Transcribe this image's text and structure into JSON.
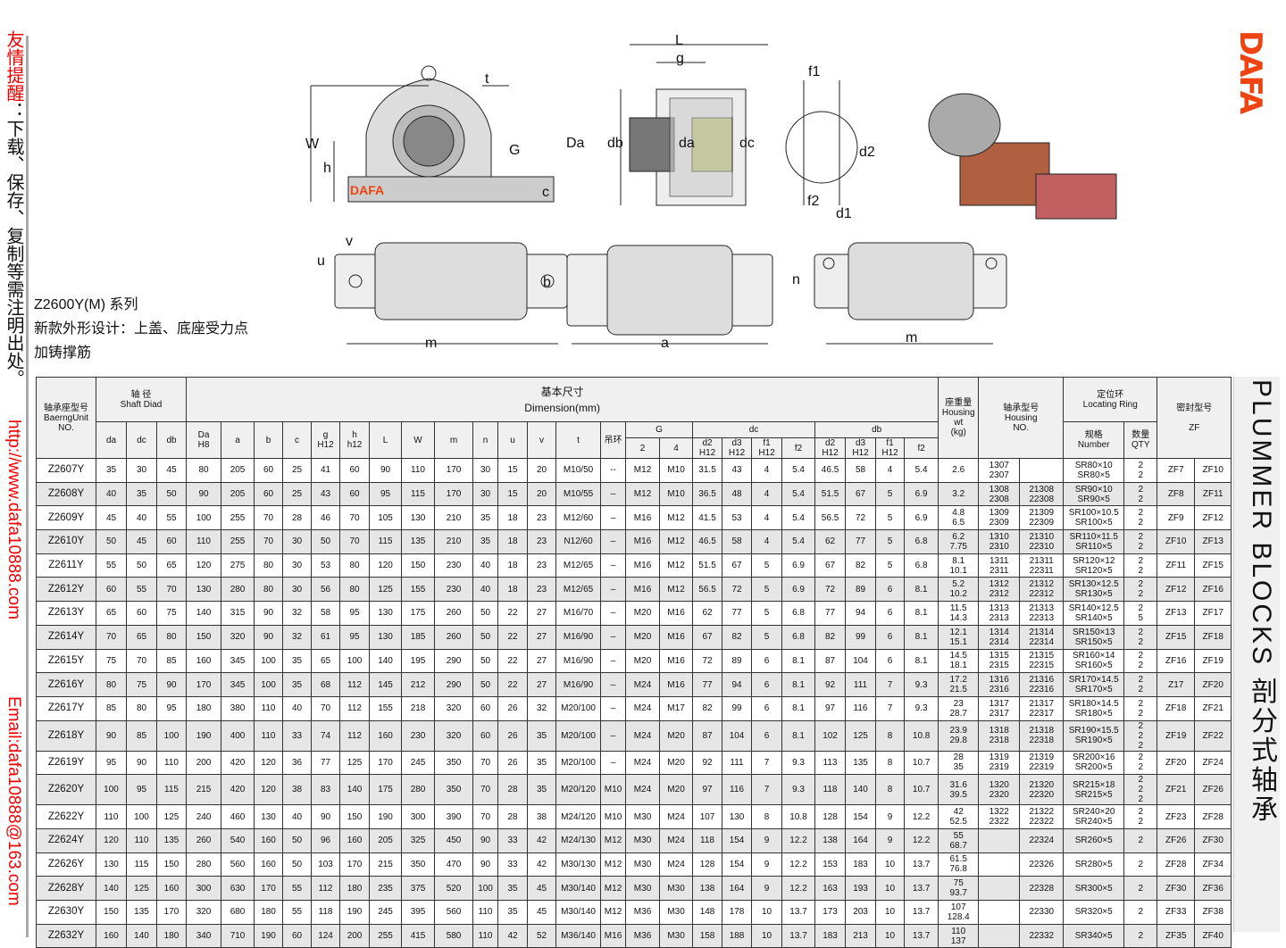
{
  "notice": {
    "red": "友情提醒",
    "rest": "：下载、保存、复制等需注明出处。"
  },
  "url": "http://www.dafa10888.com",
  "email": "Email:dafa10888@163.com",
  "logo": "DAFA",
  "side_title": "PLUMMER BLOCKS 剖分式轴承",
  "series": {
    "title": "Z2600Y(M) 系列",
    "line1": "新款外形设计：上盖、底座受力点",
    "line2": "加铸撑筋"
  },
  "drawing_labels": {
    "W": "W",
    "h": "h",
    "t": "t",
    "G": "G",
    "c": "c",
    "logo": "DAFA",
    "L": "L",
    "g": "g",
    "Da": "Da",
    "db": "db",
    "da": "da",
    "dc": "dc",
    "f1": "f1",
    "d2": "d2",
    "f2": "f2",
    "d1": "d1",
    "v": "v",
    "u": "u",
    "b": "b",
    "m1": "m",
    "a": "a",
    "n": "n",
    "m2": "m"
  },
  "header": {
    "unit_no": "轴承座型号\nBaerngUnit\nNO.",
    "shaft": "轴  径\nShaft Diad",
    "dimension": "基本尺寸\nDimension(mm)",
    "weight": "座重量\nHousing\nwt\n(kg)",
    "housing_no": "轴承型号\nHousing\nNO.",
    "locating_ring": "定位环\nLocating Ring",
    "seal": "密封型号\n\nZF",
    "number": "规格\nNumber",
    "qty": "数量\nQTY",
    "lift_ring": "吊环",
    "G": "G",
    "dc": "dc",
    "db": "db",
    "cols": [
      "da",
      "dc",
      "db",
      "Da\nH8",
      "a",
      "b",
      "c",
      "g\nH12",
      "h\nh12",
      "L",
      "W",
      "m",
      "n",
      "u",
      "v",
      "t"
    ],
    "G_cols": [
      "2",
      "4"
    ],
    "dc_cols": [
      "d2\nH12",
      "d3\nH12",
      "f1\nH12",
      "f2"
    ],
    "db_cols": [
      "d2\nH12",
      "d3\nH12",
      "f1\nH12",
      "f2"
    ]
  },
  "rows": [
    [
      "Z2607Y",
      "35",
      "30",
      "45",
      "80",
      "205",
      "60",
      "25",
      "41",
      "60",
      "90",
      "110",
      "170",
      "30",
      "15",
      "20",
      "M10/50",
      "--",
      "M12",
      "M10",
      "31.5",
      "43",
      "4",
      "5.4",
      "46.5",
      "58",
      "4",
      "5.4",
      "2.6",
      "1307\n2307",
      "",
      "SR80×10\nSR80×5",
      "2\n2",
      "ZF7",
      "ZF10"
    ],
    [
      "Z2608Y",
      "40",
      "35",
      "50",
      "90",
      "205",
      "60",
      "25",
      "43",
      "60",
      "95",
      "115",
      "170",
      "30",
      "15",
      "20",
      "M10/55",
      "–",
      "M12",
      "M10",
      "36.5",
      "48",
      "4",
      "5.4",
      "51.5",
      "67",
      "5",
      "6.9",
      "3.2",
      "1308\n2308",
      "21308\n22308",
      "SR90×10\nSR90×5",
      "2\n2",
      "ZF8",
      "ZF11"
    ],
    [
      "Z2609Y",
      "45",
      "40",
      "55",
      "100",
      "255",
      "70",
      "28",
      "46",
      "70",
      "105",
      "130",
      "210",
      "35",
      "18",
      "23",
      "M12/60",
      "–",
      "M16",
      "M12",
      "41.5",
      "53",
      "4",
      "5.4",
      "56.5",
      "72",
      "5",
      "6.9",
      "4.8\n6.5",
      "1309\n2309",
      "21309\n22309",
      "SR100×10.5\nSR100×5",
      "2\n2",
      "ZF9",
      "ZF12"
    ],
    [
      "Z2610Y",
      "50",
      "45",
      "60",
      "110",
      "255",
      "70",
      "30",
      "50",
      "70",
      "115",
      "135",
      "210",
      "35",
      "18",
      "23",
      "N12/60",
      "–",
      "M16",
      "M12",
      "46.5",
      "58",
      "4",
      "5.4",
      "62",
      "77",
      "5",
      "6.8",
      "6.2\n7.75",
      "1310\n2310",
      "21310\n22310",
      "SR110×11.5\nSR110×5",
      "2\n2",
      "ZF10",
      "ZF13"
    ],
    [
      "Z2611Y",
      "55",
      "50",
      "65",
      "120",
      "275",
      "80",
      "30",
      "53",
      "80",
      "120",
      "150",
      "230",
      "40",
      "18",
      "23",
      "M12/65",
      "–",
      "M16",
      "M12",
      "51.5",
      "67",
      "5",
      "6.9",
      "67",
      "82",
      "5",
      "6.8",
      "8.1\n10.1",
      "1311\n2311",
      "21311\n22311",
      "SR120×12\nSR120×5",
      "2\n2",
      "ZF11",
      "ZF15"
    ],
    [
      "Z2612Y",
      "60",
      "55",
      "70",
      "130",
      "280",
      "80",
      "30",
      "56",
      "80",
      "125",
      "155",
      "230",
      "40",
      "18",
      "23",
      "M12/65",
      "–",
      "M16",
      "M12",
      "56.5",
      "72",
      "5",
      "6.9",
      "72",
      "89",
      "6",
      "8.1",
      "5.2\n10.2",
      "1312\n2312",
      "21312\n22312",
      "SR130×12.5\nSR130×5",
      "2\n2",
      "ZF12",
      "ZF16"
    ],
    [
      "Z2613Y",
      "65",
      "60",
      "75",
      "140",
      "315",
      "90",
      "32",
      "58",
      "95",
      "130",
      "175",
      "260",
      "50",
      "22",
      "27",
      "M16/70",
      "–",
      "M20",
      "M16",
      "62",
      "77",
      "5",
      "6.8",
      "77",
      "94",
      "6",
      "8.1",
      "11.5\n14.3",
      "1313\n2313",
      "21313\n22313",
      "SR140×12.5\nSR140×5",
      "2\n5",
      "ZF13",
      "ZF17"
    ],
    [
      "Z2614Y",
      "70",
      "65",
      "80",
      "150",
      "320",
      "90",
      "32",
      "61",
      "95",
      "130",
      "185",
      "260",
      "50",
      "22",
      "27",
      "M16/90",
      "–",
      "M20",
      "M16",
      "67",
      "82",
      "5",
      "6.8",
      "82",
      "99",
      "6",
      "8.1",
      "12.1\n15.1",
      "1314\n2314",
      "21314\n22314",
      "SR150×13\nSR150×5",
      "2\n2",
      "ZF15",
      "ZF18"
    ],
    [
      "Z2615Y",
      "75",
      "70",
      "85",
      "160",
      "345",
      "100",
      "35",
      "65",
      "100",
      "140",
      "195",
      "290",
      "50",
      "22",
      "27",
      "M16/90",
      "–",
      "M20",
      "M16",
      "72",
      "89",
      "6",
      "8.1",
      "87",
      "104",
      "6",
      "8.1",
      "14.5\n18.1",
      "1315\n2315",
      "21315\n22315",
      "SR160×14\nSR160×5",
      "2\n2",
      "ZF16",
      "ZF19"
    ],
    [
      "Z2616Y",
      "80",
      "75",
      "90",
      "170",
      "345",
      "100",
      "35",
      "68",
      "112",
      "145",
      "212",
      "290",
      "50",
      "22",
      "27",
      "M16/90",
      "–",
      "M24",
      "M16",
      "77",
      "94",
      "6",
      "8.1",
      "92",
      "111",
      "7",
      "9.3",
      "17.2\n21.5",
      "1316\n2316",
      "21316\n22316",
      "SR170×14.5\nSR170×5",
      "2\n2",
      "Z17",
      "ZF20"
    ],
    [
      "Z2617Y",
      "85",
      "80",
      "95",
      "180",
      "380",
      "110",
      "40",
      "70",
      "112",
      "155",
      "218",
      "320",
      "60",
      "26",
      "32",
      "M20/100",
      "–",
      "M24",
      "M17",
      "82",
      "99",
      "6",
      "8.1",
      "97",
      "116",
      "7",
      "9.3",
      "23\n28.7",
      "1317\n2317",
      "21317\n22317",
      "SR180×14.5\nSR180×5",
      "2\n2",
      "ZF18",
      "ZF21"
    ],
    [
      "Z2618Y",
      "90",
      "85",
      "100",
      "190",
      "400",
      "110",
      "33",
      "74",
      "112",
      "160",
      "230",
      "320",
      "60",
      "26",
      "35",
      "M20/100",
      "–",
      "M24",
      "M20",
      "87",
      "104",
      "6",
      "8.1",
      "102",
      "125",
      "8",
      "10.8",
      "23.9\n29.8",
      "1318\n2318",
      "21318\n22318",
      "SR190×15.5\nSR190×5",
      "2\n2\n2",
      "ZF19",
      "ZF22"
    ],
    [
      "Z2619Y",
      "95",
      "90",
      "110",
      "200",
      "420",
      "120",
      "36",
      "77",
      "125",
      "170",
      "245",
      "350",
      "70",
      "26",
      "35",
      "M20/100",
      "–",
      "M24",
      "M20",
      "92",
      "111",
      "7",
      "9.3",
      "113",
      "135",
      "8",
      "10.7",
      "28\n35",
      "1319\n2319",
      "21319\n22319",
      "SR200×16\nSR200×5",
      "2\n2",
      "ZF20",
      "ZF24"
    ],
    [
      "Z2620Y",
      "100",
      "95",
      "115",
      "215",
      "420",
      "120",
      "38",
      "83",
      "140",
      "175",
      "280",
      "350",
      "70",
      "28",
      "35",
      "M20/120",
      "M10",
      "M24",
      "M20",
      "97",
      "116",
      "7",
      "9.3",
      "118",
      "140",
      "8",
      "10.7",
      "31.6\n39.5",
      "1320\n2320",
      "21320\n22320",
      "SR215×18\nSR215×5",
      "2\n2\n2",
      "ZF21",
      "ZF26"
    ],
    [
      "Z2622Y",
      "110",
      "100",
      "125",
      "240",
      "460",
      "130",
      "40",
      "90",
      "150",
      "190",
      "300",
      "390",
      "70",
      "28",
      "38",
      "M24/120",
      "M10",
      "M30",
      "M24",
      "107",
      "130",
      "8",
      "10.8",
      "128",
      "154",
      "9",
      "12.2",
      "42\n52.5",
      "1322\n2322",
      "21322\n22322",
      "SR240×20\nSR240×5",
      "2\n2",
      "ZF23",
      "ZF28"
    ],
    [
      "Z2624Y",
      "120",
      "110",
      "135",
      "260",
      "540",
      "160",
      "50",
      "96",
      "160",
      "205",
      "325",
      "450",
      "90",
      "33",
      "42",
      "M24/130",
      "M12",
      "M30",
      "M24",
      "118",
      "154",
      "9",
      "12.2",
      "138",
      "164",
      "9",
      "12.2",
      "55\n68.7",
      "",
      "22324",
      "SR260×5",
      "2",
      "ZF26",
      "ZF30"
    ],
    [
      "Z2626Y",
      "130",
      "115",
      "150",
      "280",
      "560",
      "160",
      "50",
      "103",
      "170",
      "215",
      "350",
      "470",
      "90",
      "33",
      "42",
      "M30/130",
      "M12",
      "M30",
      "M24",
      "128",
      "154",
      "9",
      "12.2",
      "153",
      "183",
      "10",
      "13.7",
      "61.5\n76.8",
      "",
      "22326",
      "SR280×5",
      "2",
      "ZF28",
      "ZF34"
    ],
    [
      "Z2628Y",
      "140",
      "125",
      "160",
      "300",
      "630",
      "170",
      "55",
      "112",
      "180",
      "235",
      "375",
      "520",
      "100",
      "35",
      "45",
      "M30/140",
      "M12",
      "M30",
      "M30",
      "138",
      "164",
      "9",
      "12.2",
      "163",
      "193",
      "10",
      "13.7",
      "75\n93.7",
      "",
      "22328",
      "SR300×5",
      "2",
      "ZF30",
      "ZF36"
    ],
    [
      "Z2630Y",
      "150",
      "135",
      "170",
      "320",
      "680",
      "180",
      "55",
      "118",
      "190",
      "245",
      "395",
      "560",
      "110",
      "35",
      "45",
      "M30/140",
      "M12",
      "M36",
      "M30",
      "148",
      "178",
      "10",
      "13.7",
      "173",
      "203",
      "10",
      "13.7",
      "107\n128.4",
      "",
      "22330",
      "SR320×5",
      "2",
      "ZF33",
      "ZF38"
    ],
    [
      "Z2632Y",
      "160",
      "140",
      "180",
      "340",
      "710",
      "190",
      "60",
      "124",
      "200",
      "255",
      "415",
      "580",
      "110",
      "42",
      "52",
      "M36/140",
      "M16",
      "M36",
      "M30",
      "158",
      "188",
      "10",
      "13.7",
      "183",
      "213",
      "10",
      "13.7",
      "110\n137",
      "",
      "22332",
      "SR340×5",
      "2",
      "ZF35",
      "ZF40"
    ]
  ]
}
